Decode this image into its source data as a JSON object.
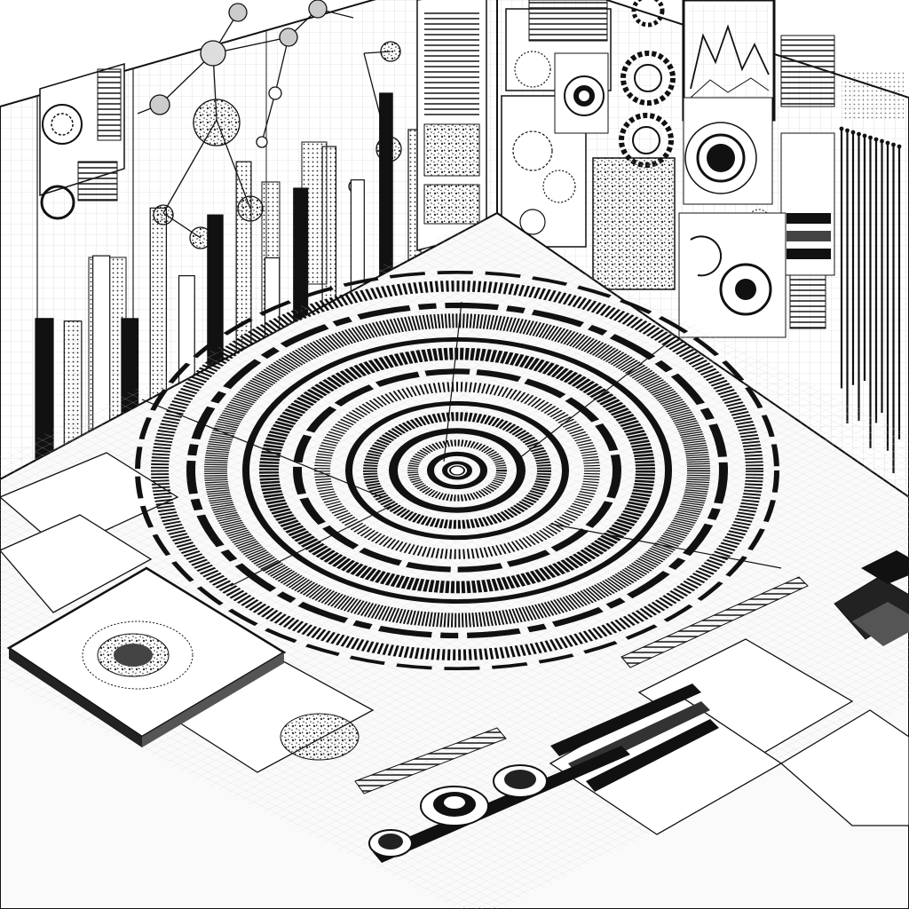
{
  "scene": {
    "style": "monochrome isometric line-art illustration",
    "ink": "#111111",
    "paper": "#ffffff",
    "grid_ink": "#cccccc",
    "motifs": {
      "left_wall": [
        "grid-paper",
        "bar-chart",
        "network-graph",
        "gauge-dial",
        "panel-lines"
      ],
      "right_wall": [
        "gear-icon",
        "ring-dial",
        "mountain-line-graph",
        "texture-panel",
        "vertical-bars"
      ],
      "floor": [
        "concentric-ring-dial",
        "tray-dial",
        "knob-icon",
        "slider-bars",
        "card-panels"
      ]
    }
  },
  "wall_bar_chart": {
    "values": [
      0.62,
      0.55,
      0.78,
      0.44,
      0.88,
      0.51,
      0.73,
      0.92,
      0.4,
      0.67,
      0.81,
      0.58,
      0.95,
      0.7
    ]
  },
  "right_wall_bars": {
    "values": [
      0.9,
      1.0,
      0.85,
      0.95,
      0.8,
      1.0,
      0.9,
      0.85,
      0.95,
      1.0,
      0.88
    ]
  }
}
